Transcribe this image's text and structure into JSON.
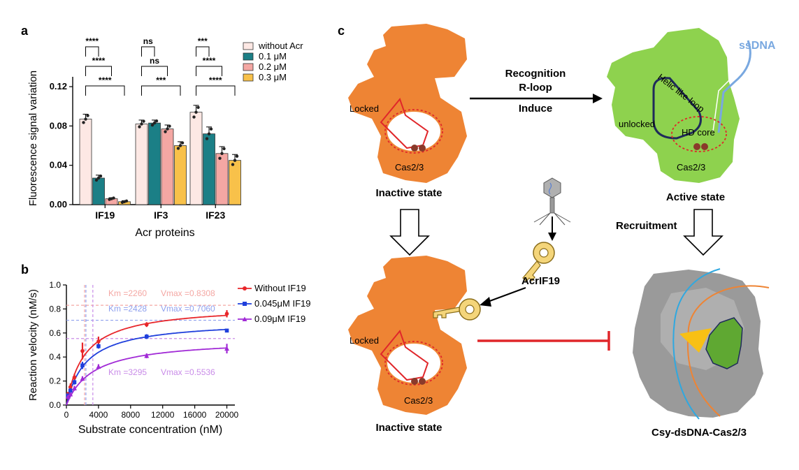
{
  "panels": {
    "a": "a",
    "b": "b",
    "c": "c"
  },
  "chart_data": [
    {
      "type": "bar",
      "panel": "a",
      "ylabel": "Fluorescence signal variation",
      "xlabel": "Acr proteins",
      "ylim": [
        0,
        0.13
      ],
      "yticks": [
        "0.00",
        "0.04",
        "0.08",
        "0.12"
      ],
      "ytick_values": [
        0,
        0.04,
        0.08,
        0.12
      ],
      "categories": [
        "IF19",
        "IF3",
        "IF23"
      ],
      "series": [
        {
          "name": "without Acr",
          "color": "#fde8e4",
          "values": [
            0.087,
            0.082,
            0.094
          ],
          "errors": [
            0.005,
            0.004,
            0.007
          ]
        },
        {
          "name": "0.1 μM",
          "color": "#1b7f86",
          "values": [
            0.027,
            0.083,
            0.072
          ],
          "errors": [
            0.003,
            0.003,
            0.007
          ]
        },
        {
          "name": "0.2 μM",
          "color": "#f4a7a3",
          "values": [
            0.006,
            0.077,
            0.052
          ],
          "errors": [
            0.001,
            0.004,
            0.007
          ]
        },
        {
          "name": "0.3 μM",
          "color": "#f8c14a",
          "values": [
            0.003,
            0.06,
            0.045
          ],
          "errors": [
            0.001,
            0.004,
            0.006
          ]
        }
      ],
      "significance": [
        {
          "category": "IF19",
          "label": "****",
          "from": 0,
          "to": 1
        },
        {
          "category": "IF19",
          "label": "****",
          "from": 0,
          "to": 2
        },
        {
          "category": "IF19",
          "label": "****",
          "from": 0,
          "to": 3
        },
        {
          "category": "IF3",
          "label": "ns",
          "from": 0,
          "to": 1
        },
        {
          "category": "IF3",
          "label": "ns",
          "from": 0,
          "to": 2
        },
        {
          "category": "IF3",
          "label": "***",
          "from": 0,
          "to": 3
        },
        {
          "category": "IF23",
          "label": "***",
          "from": 0,
          "to": 1
        },
        {
          "category": "IF23",
          "label": "****",
          "from": 0,
          "to": 2
        },
        {
          "category": "IF23",
          "label": "****",
          "from": 0,
          "to": 3
        }
      ],
      "legend_position": "top-right"
    },
    {
      "type": "scatter",
      "panel": "b",
      "xlabel": "Substrate concentration (nM)",
      "ylabel": "Reaction velocity (nM/s)",
      "xlim": [
        0,
        21000
      ],
      "ylim": [
        0,
        1.0
      ],
      "xticks": [
        "0",
        "4000",
        "8000",
        "12000",
        "16000",
        "20000"
      ],
      "xtick_values": [
        0,
        4000,
        8000,
        12000,
        16000,
        20000
      ],
      "yticks": [
        "0.0",
        "0.2",
        "0.4",
        "0.6",
        "0.8",
        "1.0"
      ],
      "ytick_values": [
        0,
        0.2,
        0.4,
        0.6,
        0.8,
        1.0
      ],
      "x": [
        200,
        500,
        1000,
        2000,
        4000,
        10000,
        20000
      ],
      "series": [
        {
          "name": "Without IF19",
          "color": "#e8262a",
          "marker": "circle",
          "km": 2260,
          "vmax": 0.8308,
          "km_label": "Km =2260",
          "vmax_label": "Vmax =0.8308",
          "values": [
            0.09,
            0.15,
            0.23,
            0.45,
            0.53,
            0.67,
            0.76
          ],
          "errors": [
            0.02,
            0.03,
            0.03,
            0.07,
            0.04,
            0.02,
            0.03
          ]
        },
        {
          "name": "0.045μM IF19",
          "color": "#1f3fdc",
          "marker": "square",
          "km": 2428,
          "vmax": 0.706,
          "km_label": "Km =2428",
          "vmax_label": "Vmax =0.7060",
          "values": [
            0.08,
            0.12,
            0.19,
            0.33,
            0.49,
            0.57,
            0.62
          ],
          "errors": [
            0.01,
            0.02,
            0.02,
            0.03,
            0.02,
            0.02,
            0.01
          ]
        },
        {
          "name": "0.09μM IF19",
          "color": "#a12ad6",
          "marker": "triangle",
          "km": 3295,
          "vmax": 0.5536,
          "km_label": "Km =3295",
          "vmax_label": "Vmax =0.5536",
          "values": [
            0.07,
            0.09,
            0.14,
            0.22,
            0.32,
            0.41,
            0.47
          ],
          "errors": [
            0.01,
            0.01,
            0.02,
            0.02,
            0.02,
            0.02,
            0.04
          ]
        }
      ],
      "legend_position": "right"
    }
  ],
  "diagram": {
    "top_left_locked": "Locked",
    "top_left_cas": "Cas2/3",
    "top_left_state": "Inactive state",
    "arrow_top_line1": "Recognition",
    "arrow_top_line2": "R-loop",
    "arrow_top_line3": "Induce",
    "ssdna": "ssDNA",
    "helic_loop": "Helic like loop",
    "unlocked": "unlocked",
    "hd_core": "HD core",
    "top_right_cas": "Cas2/3",
    "top_right_state": "Active state",
    "recruitment": "Recruitment",
    "acrif19": "AcrIF19",
    "bottom_left_locked": "Locked",
    "bottom_left_cas": "Cas2/3",
    "bottom_left_state": "Inactive state",
    "bottom_right_label": "Csy-dsDNA-Cas2/3",
    "colors": {
      "inactive": "#ee8434",
      "active": "#8ed24e",
      "locked_outline": "#e0262a",
      "ssdna": "#79a8e0",
      "complex": "#9a9a9a",
      "key": "#f4d57a",
      "inhibit": "#e0262a"
    }
  }
}
